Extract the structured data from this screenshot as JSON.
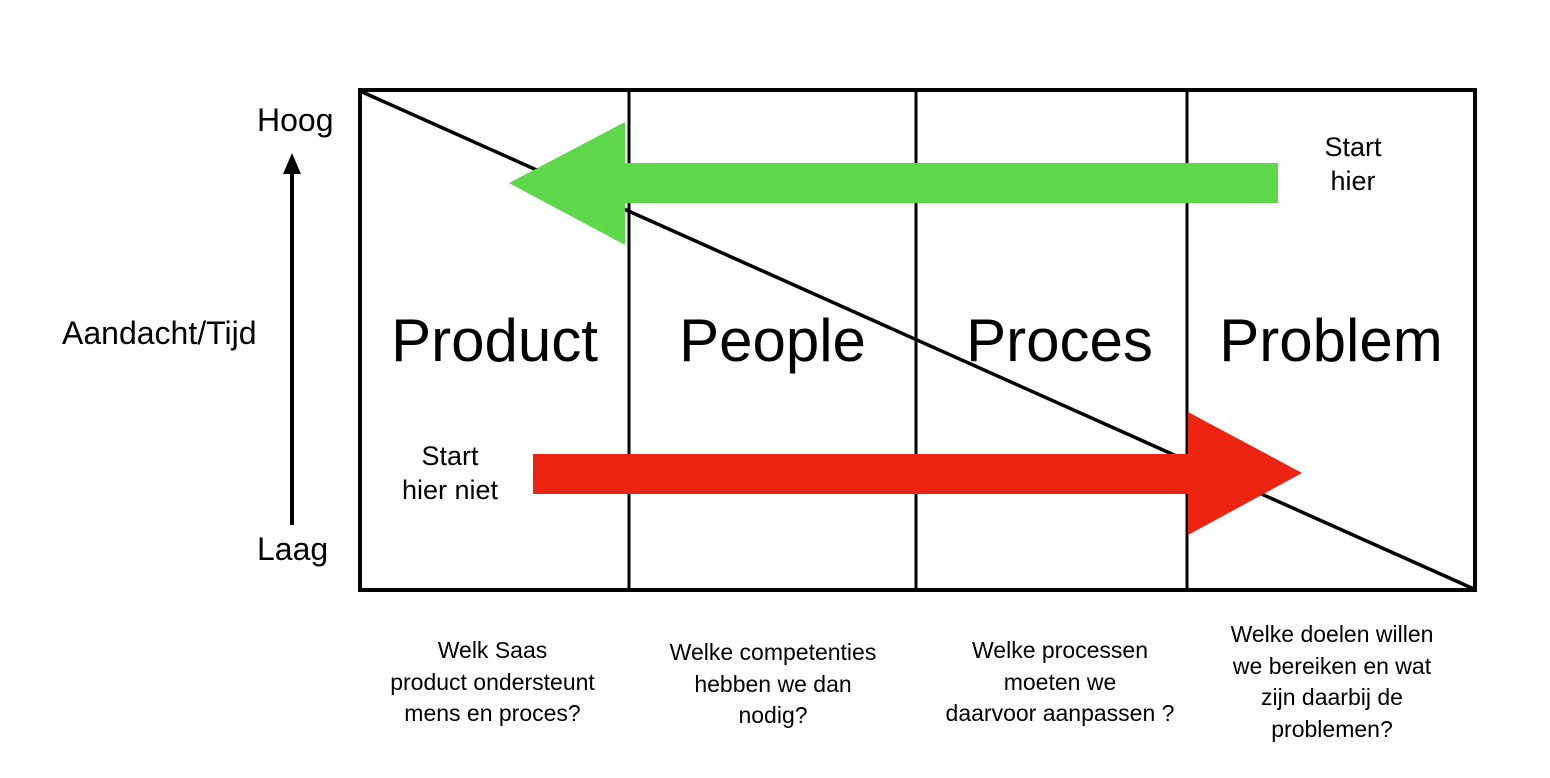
{
  "axis": {
    "title": "Aandacht/Tijd",
    "high_label": "Hoog",
    "low_label": "Laag",
    "direction": "up"
  },
  "columns": [
    {
      "title": "Product",
      "question_lines": [
        "Welk Saas",
        "product ondersteunt",
        "mens en proces?"
      ]
    },
    {
      "title": "People",
      "question_lines": [
        "Welke competenties",
        "hebben we dan",
        "nodig?"
      ]
    },
    {
      "title": "Proces",
      "question_lines": [
        "Welke processen",
        "moeten we",
        "daarvoor aanpassen ?"
      ]
    },
    {
      "title": "Problem",
      "question_lines": [
        "Welke doelen willen",
        "we bereiken en wat",
        "zijn daarbij de",
        "problemen?"
      ]
    }
  ],
  "arrows": {
    "good": {
      "label_lines": [
        "Start",
        "hier"
      ],
      "direction": "right-to-left",
      "from": "Problem",
      "to": "Product",
      "color": "#5ED84A"
    },
    "bad": {
      "label_lines": [
        "Start",
        "hier niet"
      ],
      "direction": "left-to-right",
      "from": "Product",
      "to": "Problem",
      "color": "#EE2412"
    }
  },
  "diagonal": {
    "from": "top-left (Hoog, Product)",
    "to": "bottom-right (Laag, Problem)"
  },
  "colors": {
    "line": "#000000",
    "background": "#ffffff"
  }
}
